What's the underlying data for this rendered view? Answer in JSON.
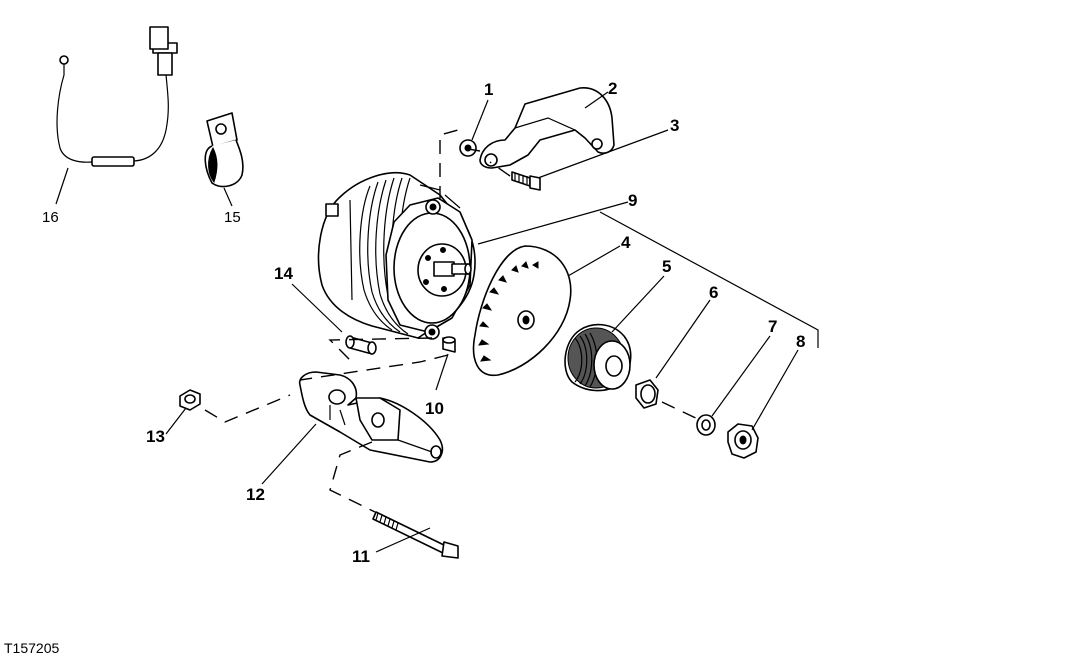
{
  "callouts": {
    "c1": "1",
    "c2": "2",
    "c3": "3",
    "c4": "4",
    "c5": "5",
    "c6": "6",
    "c7": "7",
    "c8": "8",
    "c9": "9",
    "c10": "10",
    "c11": "11",
    "c12": "12",
    "c13": "13",
    "c14": "14",
    "c15": "15",
    "c16": "16"
  },
  "figure_id": "T157205",
  "parts": {
    "p1": "washer",
    "p2": "adjusting-bracket",
    "p3": "cap-screw",
    "p4": "fan",
    "p5": "pulley",
    "p6": "spacer",
    "p7": "washer",
    "p8": "nut",
    "p9": "alternator",
    "p10": "bushing",
    "p11": "bolt",
    "p12": "mounting-bracket",
    "p13": "nut",
    "p14": "bushing",
    "p15": "clamp",
    "p16": "wiring-lead"
  }
}
